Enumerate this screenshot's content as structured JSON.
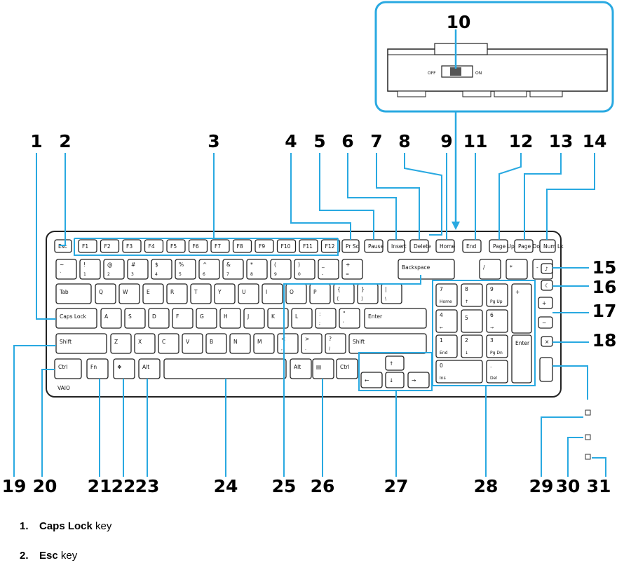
{
  "callouts": [
    "1",
    "2",
    "3",
    "4",
    "5",
    "6",
    "7",
    "8",
    "9",
    "10",
    "11",
    "12",
    "13",
    "14",
    "15",
    "16",
    "17",
    "18",
    "19",
    "20",
    "21",
    "22",
    "23",
    "24",
    "25",
    "26",
    "27",
    "28",
    "29",
    "30",
    "31"
  ],
  "inset": {
    "off": "OFF",
    "on": "ON"
  },
  "keys": {
    "esc": "Esc",
    "f": [
      "F1",
      "F2",
      "F3",
      "F4",
      "F5",
      "F6",
      "F7",
      "F8",
      "F9",
      "F10",
      "F11",
      "F12"
    ],
    "prtsc": "Pr Sc",
    "pause": "Pause",
    "insert": "Insert",
    "delete": "Delete",
    "home": "Home",
    "end": "End",
    "pgup": "Page Up",
    "pgdn": "Page Down",
    "numlk": "Num Lk",
    "row1": [
      "~",
      "!",
      "@",
      "#",
      "$",
      "%",
      "^",
      "&",
      "*",
      "(",
      ")",
      "_",
      "+"
    ],
    "row1b": [
      "`",
      "1",
      "2",
      "3",
      "4",
      "5",
      "6",
      "7",
      "8",
      "9",
      "0",
      "-",
      "="
    ],
    "backspace": "Backspace",
    "tab": "Tab",
    "row2": [
      "Q",
      "W",
      "E",
      "R",
      "T",
      "Y",
      "U",
      "I",
      "O",
      "P",
      "{",
      "}",
      "|"
    ],
    "row2b": [
      "",
      "",
      "",
      "",
      "",
      "",
      "",
      "",
      "",
      "",
      "[",
      "]",
      "\\"
    ],
    "capslock": "Caps Lock",
    "row3": [
      "A",
      "S",
      "D",
      "F",
      "G",
      "H",
      "J",
      "K",
      "L",
      ":",
      "\""
    ],
    "row3b": [
      "",
      "",
      "",
      "",
      "",
      "",
      "",
      "",
      "",
      ";",
      "'"
    ],
    "enter": "Enter",
    "shift": "Shift",
    "row4": [
      "Z",
      "X",
      "C",
      "V",
      "B",
      "N",
      "M",
      "<",
      ">",
      "?"
    ],
    "row4b": [
      "",
      "",
      "",
      "",
      "",
      "",
      "",
      ",",
      ".",
      "/"
    ],
    "ctrl": "Ctrl",
    "fn": "Fn",
    "alt": "Alt",
    "numpad": [
      "/",
      "*",
      "-",
      "7",
      "8",
      "9",
      "+",
      "4",
      "5",
      "6",
      "1",
      "2",
      "3",
      "Enter",
      "0",
      "."
    ],
    "numpad_sub": [
      "",
      "",
      "",
      "Home",
      "↑",
      "Pg Up",
      "",
      "←",
      "",
      "→",
      "End",
      "↓",
      "Pg Dn",
      "",
      "Ins",
      "Del"
    ],
    "logo": "VAIO"
  },
  "legend": [
    {
      "num": "1.",
      "name": "Caps Lock",
      "suffix": "key"
    },
    {
      "num": "2.",
      "name": "Esc",
      "suffix": "key"
    }
  ]
}
